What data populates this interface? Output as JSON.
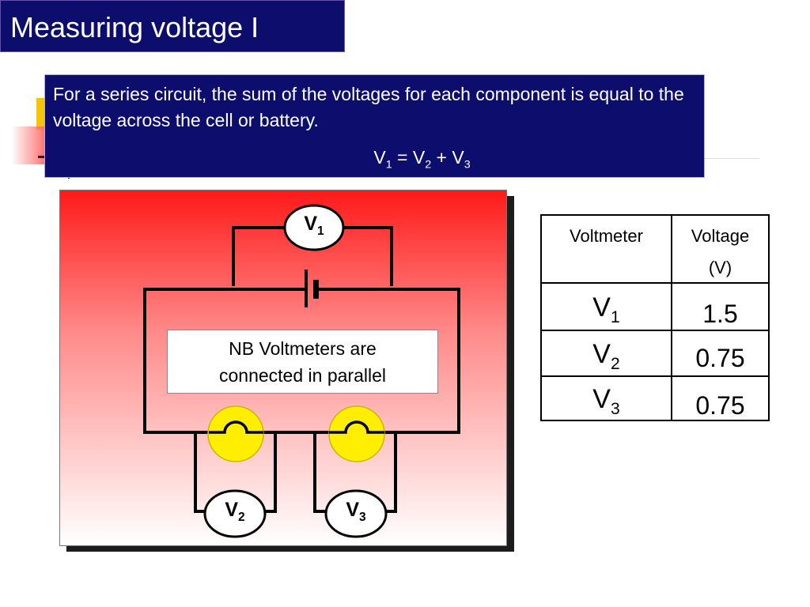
{
  "slide": {
    "title": "Measuring voltage I"
  },
  "info": {
    "text": "For a series circuit, the sum of the voltages for each component is equal to the voltage across the cell or battery.",
    "equation": {
      "lhs_symbol": "V",
      "lhs_sub": "1",
      "equals": "=",
      "term1_symbol": "V",
      "term1_sub": "2",
      "plus": "+",
      "term2_symbol": "V",
      "term2_sub": "3"
    }
  },
  "diagram": {
    "note_line1": "NB Voltmeters are",
    "note_line2": "connected in parallel",
    "voltmeters": [
      {
        "symbol": "V",
        "sub": "1"
      },
      {
        "symbol": "V",
        "sub": "2"
      },
      {
        "symbol": "V",
        "sub": "3"
      }
    ],
    "colors": {
      "panel_top": "#ff1a1a",
      "panel_bottom": "#ffffff",
      "bulb": "#ffee00",
      "wire": "#000000"
    }
  },
  "table": {
    "headers": {
      "col1": "Voltmeter",
      "col2_line1": "Voltage",
      "col2_line2": "(V)"
    },
    "rows": [
      {
        "symbol": "V",
        "sub": "1",
        "value": "1.5"
      },
      {
        "symbol": "V",
        "sub": "2",
        "value": "0.75"
      },
      {
        "symbol": "V",
        "sub": "3",
        "value": "0.75"
      }
    ]
  },
  "colors": {
    "title_bg": "#0d0d6e",
    "info_bg": "#0d0d6e",
    "accent_yellow": "#f6c400"
  }
}
